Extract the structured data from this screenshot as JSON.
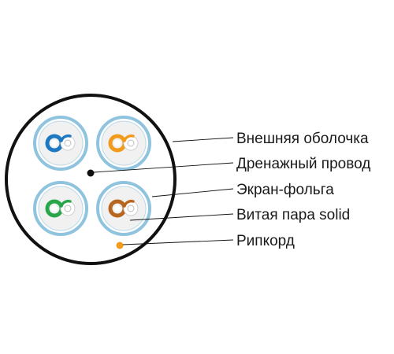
{
  "labels": {
    "outer_sheath": "Внешняя оболочка",
    "drain_wire": "Дренажный провод",
    "foil_shield": "Экран-фольга",
    "twisted_pair": "Витая пара solid",
    "ripcord": "Рипкорд"
  },
  "colors": {
    "sheath_outline": "#111111",
    "foil": "#8fc3de",
    "pair_fill": "#f1f1f1",
    "drain": "#111111",
    "ripcord": "#f29a1c",
    "pair_colors": [
      "#1e78c2",
      "#f29a1c",
      "#2aa64a",
      "#b8651f"
    ]
  },
  "pairs": [
    {
      "name": "blue-pair",
      "color": "#1e78c2"
    },
    {
      "name": "orange-pair",
      "color": "#f29a1c"
    },
    {
      "name": "green-pair",
      "color": "#2aa64a"
    },
    {
      "name": "brown-pair",
      "color": "#b8651f"
    }
  ]
}
